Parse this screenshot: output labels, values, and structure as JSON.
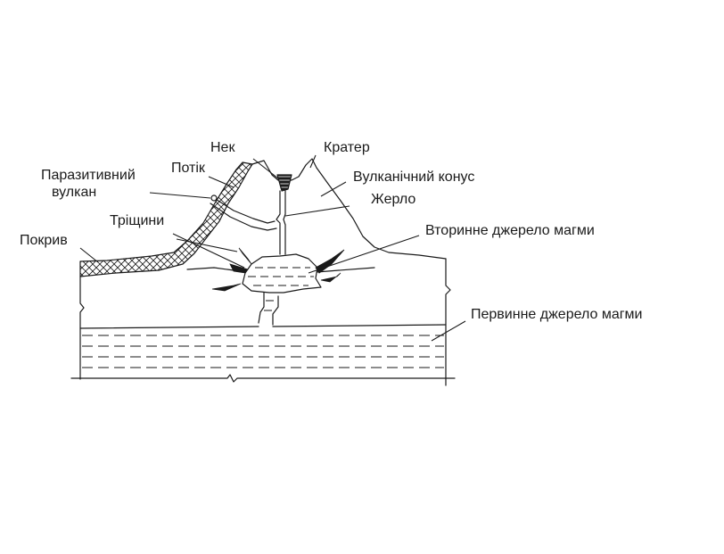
{
  "labels": {
    "neck": "Нек",
    "crater": "Кратер",
    "flow": "Потік",
    "parasitic_line1": "Паразитивний",
    "parasitic_line2": "вулкан",
    "cone": "Вулканічний конус",
    "vent": "Жерло",
    "fissures": "Тріщини",
    "secondary_chamber": "Вторинне джерело магми",
    "cover": "Покрив",
    "primary_chamber": "Первинне джерело магми"
  },
  "colors": {
    "line": "#1a1a1a",
    "background": "#ffffff"
  }
}
